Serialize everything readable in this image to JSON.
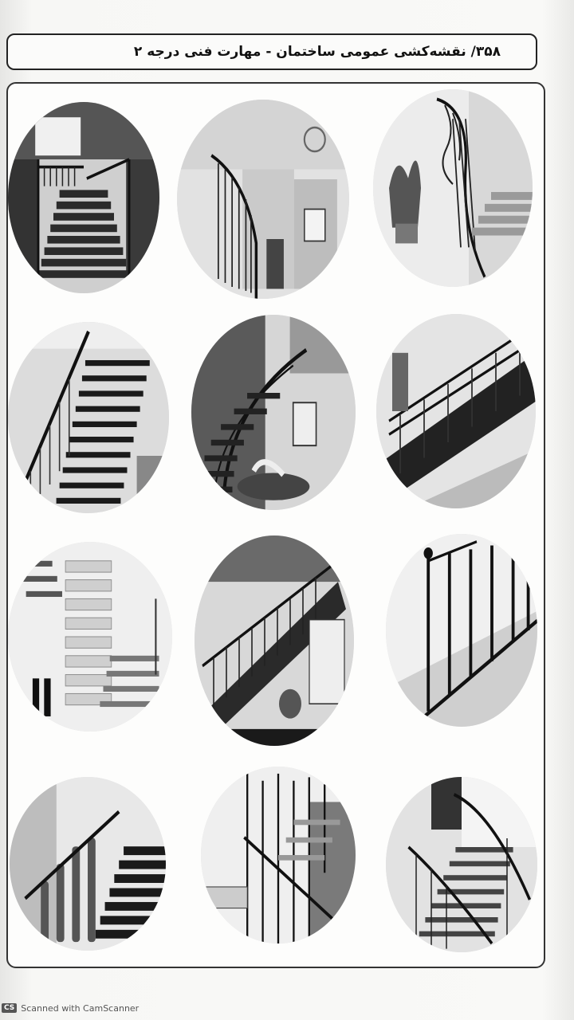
{
  "header": {
    "title": "۳۵۸/ نقشه‌کشی عمومی ساختمان - مهارت فنی درجه ۲"
  },
  "gallery": {
    "photos": [
      {
        "icon": "staircase-photo-icon",
        "style": "grand-wooden"
      },
      {
        "icon": "staircase-photo-icon",
        "style": "curved-railing"
      },
      {
        "icon": "staircase-photo-icon",
        "style": "wrought-iron"
      },
      {
        "icon": "staircase-photo-icon",
        "style": "floating-treads"
      },
      {
        "icon": "staircase-photo-icon",
        "style": "spiral-steel"
      },
      {
        "icon": "staircase-photo-icon",
        "style": "steel-railing"
      },
      {
        "icon": "staircase-photo-icon",
        "style": "stone-wall"
      },
      {
        "icon": "staircase-photo-icon",
        "style": "ornamental-railing"
      },
      {
        "icon": "staircase-photo-icon",
        "style": "vertical-balusters"
      },
      {
        "icon": "staircase-photo-icon",
        "style": "turned-balusters"
      },
      {
        "icon": "staircase-photo-icon",
        "style": "glass-and-rods"
      },
      {
        "icon": "staircase-photo-icon",
        "style": "modern-handrail"
      }
    ]
  },
  "footer": {
    "badge": "CS",
    "text": "Scanned with CamScanner"
  }
}
